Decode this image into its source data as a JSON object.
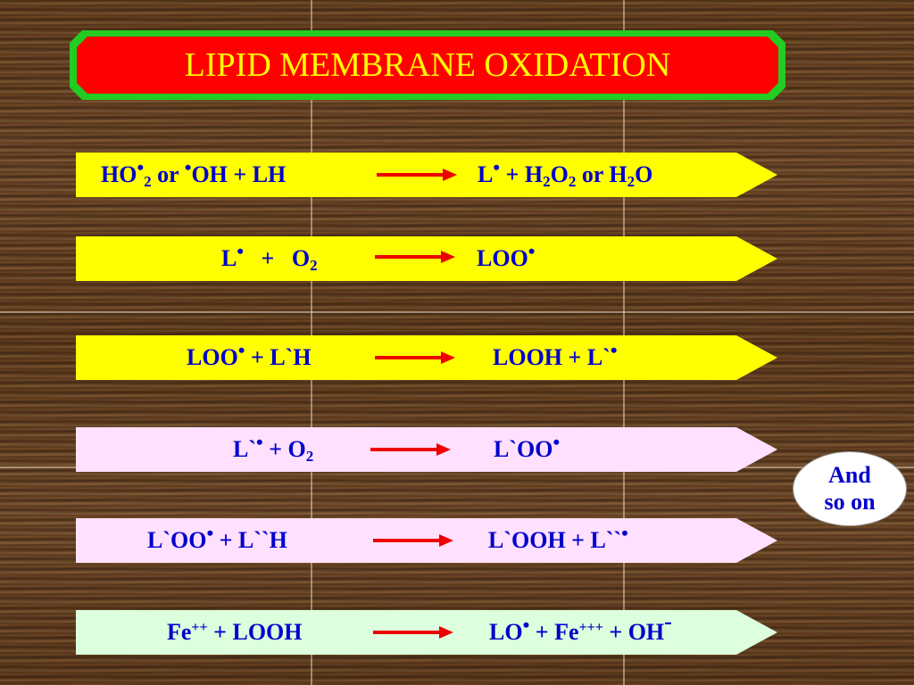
{
  "slide": {
    "title": "LIPID MEMBRANE OXIDATION"
  },
  "reactions": [
    {
      "lhs": [
        "HO",
        "•",
        "2",
        " or ",
        "•",
        "OH + LH"
      ],
      "rhs": [
        "L",
        "•",
        " + H",
        "2",
        "O",
        "2",
        " or H",
        "2",
        "O"
      ]
    },
    {
      "lhs": [
        "L",
        "•",
        "   +   O",
        "2"
      ],
      "rhs": [
        "LOO",
        "•"
      ]
    },
    {
      "lhs": [
        "LOO",
        "•",
        " + L`H"
      ],
      "rhs": [
        "LOOH + L`",
        "•"
      ]
    },
    {
      "lhs": [
        "L`",
        "•",
        " + O",
        "2"
      ],
      "rhs": [
        "L`OO",
        "•"
      ]
    },
    {
      "lhs": [
        "L`OO",
        "•",
        " + L``H"
      ],
      "rhs": [
        "L`OOH + L``",
        "•"
      ]
    },
    {
      "lhs": [
        "Fe",
        "++",
        " + LOOH"
      ],
      "rhs": [
        "LO",
        "•",
        " + Fe",
        "+++",
        " + OH",
        "-"
      ]
    }
  ],
  "note": {
    "line1": "And",
    "line2": "so on"
  },
  "colors": {
    "title_bg": "#ff0000",
    "title_border": "#22cc22",
    "title_text": "#ffff00",
    "text": "#0000cc",
    "arrow": "#ee0000",
    "row_yellow": "#ffff00",
    "row_pink": "#ffe0ff",
    "row_mint": "#ddffdd"
  },
  "icons": [
    "right-arrow-icon"
  ]
}
